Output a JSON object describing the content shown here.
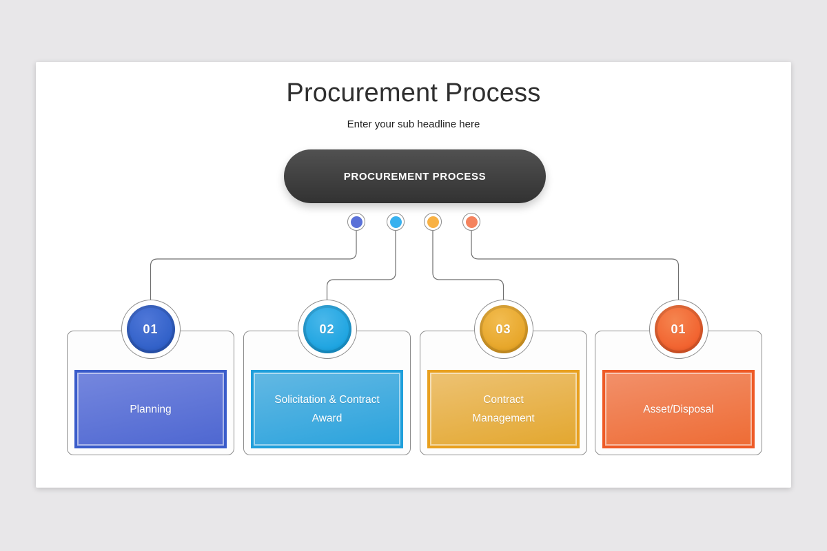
{
  "page": {
    "background": "#e8e7e9",
    "slide_background": "#ffffff",
    "outline_color": "#8d8d8d",
    "connector_color": "#6f6f6f"
  },
  "header": {
    "title": "Procurement Process",
    "subtitle": "Enter your sub headline here"
  },
  "banner": {
    "label": "PROCUREMENT PROCESS",
    "background_top": "#515151",
    "background_bottom": "#323232",
    "text_color": "#ffffff"
  },
  "connector_dots": [
    {
      "name": "dot-1",
      "color": "#5a71d8"
    },
    {
      "name": "dot-2",
      "color": "#38b1ef"
    },
    {
      "name": "dot-3",
      "color": "#f8b144"
    },
    {
      "name": "dot-4",
      "color": "#f4835e"
    }
  ],
  "steps": [
    {
      "number": "01",
      "label": "Planning",
      "label_lines": [
        "Planning"
      ],
      "colors": {
        "circle": "#2f5fc7",
        "circle_light": "#4f77d8",
        "border": "#3a5cca",
        "gradient_top": "#7587de",
        "gradient_bottom": "#4e67d1"
      }
    },
    {
      "number": "02",
      "label": "Solicitation & Contract Award",
      "label_lines": [
        "Solicitation & Contract",
        "Award"
      ],
      "colors": {
        "circle": "#1ba3e0",
        "circle_light": "#49b7ea",
        "border": "#1f9fdb",
        "gradient_top": "#63b8e3",
        "gradient_bottom": "#2aa3dd"
      }
    },
    {
      "number": "03",
      "label": "Contract Management",
      "label_lines": [
        "Contract",
        "Management"
      ],
      "colors": {
        "circle": "#e6a426",
        "circle_light": "#f2bc50",
        "border": "#e8a01f",
        "gradient_top": "#edc273",
        "gradient_bottom": "#e3a72f"
      }
    },
    {
      "number": "01",
      "label": "Asset/Disposal",
      "label_lines": [
        "Asset/Disposal"
      ],
      "colors": {
        "circle": "#f15f2c",
        "circle_light": "#f5854f",
        "border": "#ee5a26",
        "gradient_top": "#f2906a",
        "gradient_bottom": "#ee6c35"
      }
    }
  ]
}
